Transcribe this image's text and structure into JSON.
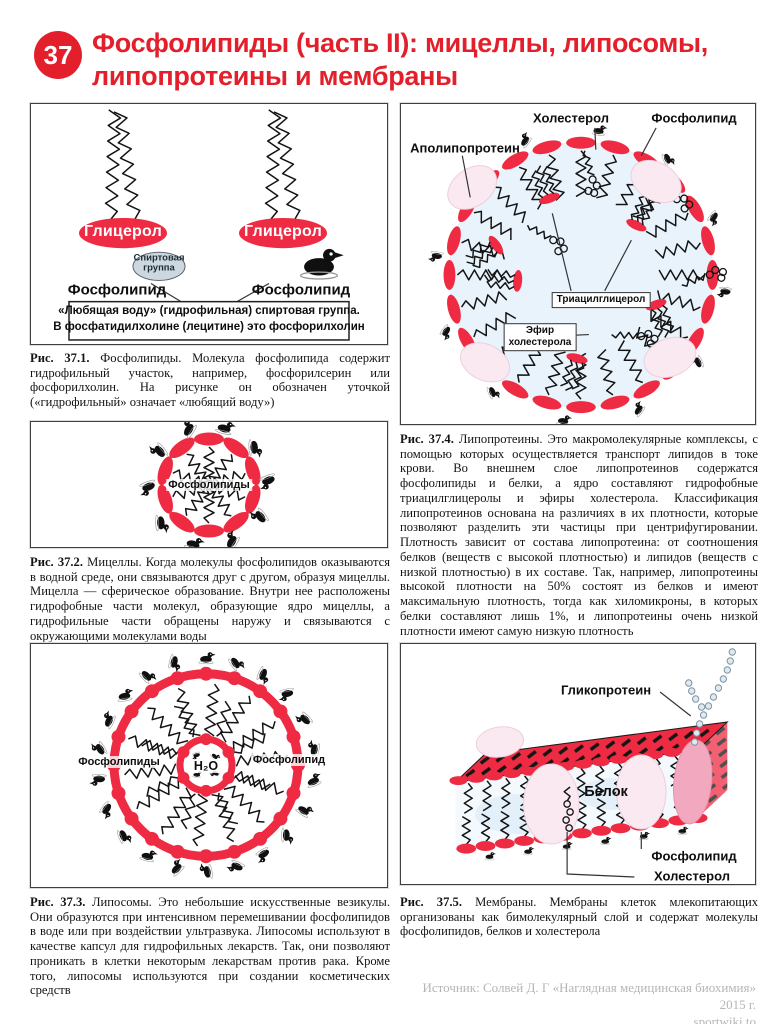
{
  "page": {
    "number": "37",
    "title_line1": "Фосфолипиды (часть II): мицеллы, липосомы,",
    "title_line2": "липопротеины и мембраны"
  },
  "colors": {
    "accent_red": "#e31f2b",
    "head_red": "#ee2b42",
    "lipo_bg": "#e9f3fb",
    "protein_pink": "#fbe9f2",
    "protein_pink_dark": "#f2a9c0",
    "alcohol_gray": "#ccd7df",
    "footer_gray": "#b5b5b5"
  },
  "fig1": {
    "labels": {
      "glycerol": "Глицерол",
      "alcohol_group_line1": "Спиртовая",
      "alcohol_group_line2": "группа",
      "phospholipid": "Фосфолипид",
      "note_line1": "«Любящая воду» (гидрофильная) спиртовая группа.",
      "note_line2": "В фосфатидилхолине (лецитине) это фосфорилхолин"
    },
    "caption_label": "Рис. 37.1.",
    "caption_text": "Фосфолипиды. Молекула фосфолипида содержит гидрофильный участок, например, фосфорилсерин или фосфорилхолин. На рисунке он обозначен уточкой («гидрофильный» означает «любящий воду»)"
  },
  "fig2": {
    "labels": {
      "phospholipids": "Фосфолипиды"
    },
    "caption_label": "Рис. 37.2.",
    "caption_text": "Мицеллы. Когда молекулы фосфолипидов оказываются в водной среде, они связываются друг с другом, образуя мицеллы. Мицелла — сферическое образование. Внутри нее расположены гидрофобные части молекул, образующие ядро мицеллы, а гидрофильные части обращены наружу и связываются с окружающими молекулами воды"
  },
  "fig3": {
    "labels": {
      "phospholipids": "Фосфолипиды",
      "phospholipid": "Фосфолипид",
      "water": "H₂O"
    },
    "caption_label": "Рис. 37.3.",
    "caption_text": "Липосомы. Это небольшие искусственные везикулы. Они образуются при интенсивном перемешивании фосфолипидов в воде или при воздействии ультразвука. Липосомы используют в качестве капсул для гидрофильных лекарств. Так, они позволяют проникать в клетки некоторым лекарствам против рака. Кроме того, липосомы используются при создании косметических средств"
  },
  "fig4": {
    "labels": {
      "cholesterol": "Холестерол",
      "phospholipid": "Фосфолипид",
      "apolipoprotein": "Аполипопротеин",
      "triacylglycerol": "Триацилглицерол",
      "cholesterol_ester_line1": "Эфир",
      "cholesterol_ester_line2": "холестерола"
    },
    "caption_label": "Рис. 37.4.",
    "caption_text": "Липопротеины. Это макромолекулярные комплексы, с помощью которых осуществляется транспорт липидов в токе крови. Во внешнем слое липопротеинов содержатся фосфолипиды и белки, а ядро составляют гидрофобные триацилглицеролы и эфиры холестерола. Классификация липопротеинов основана на различиях в их плотности, которые позволяют разделить эти частицы при центрифугировании. Плотность зависит от состава липопротеина: от соотношения белков (веществ с высокой плотностью) и липидов (веществ с низкой плотностью) в их составе. Так, например, липопротеины высокой плотности на 50% состоят из белков и имеют максимальную плотность, тогда как хиломикроны, в которых белки составляют лишь 1%, и липопротеины очень низкой плотности имеют самую низкую плотность"
  },
  "fig5": {
    "labels": {
      "glycoprotein": "Гликопротеин",
      "protein": "Белок",
      "phospholipid": "Фосфолипид",
      "cholesterol": "Холестерол"
    },
    "caption_label": "Рис. 37.5.",
    "caption_text": "Мембраны. Мембраны клеток млекопитающих организованы как бимолекулярный слой и содержат молекулы фосфолипидов, белков и холестерола"
  },
  "footer": {
    "source": "Источник: Солвей Д. Г «Наглядная медицинская биохимия» 2015 г.",
    "site": "sportwiki.to"
  }
}
